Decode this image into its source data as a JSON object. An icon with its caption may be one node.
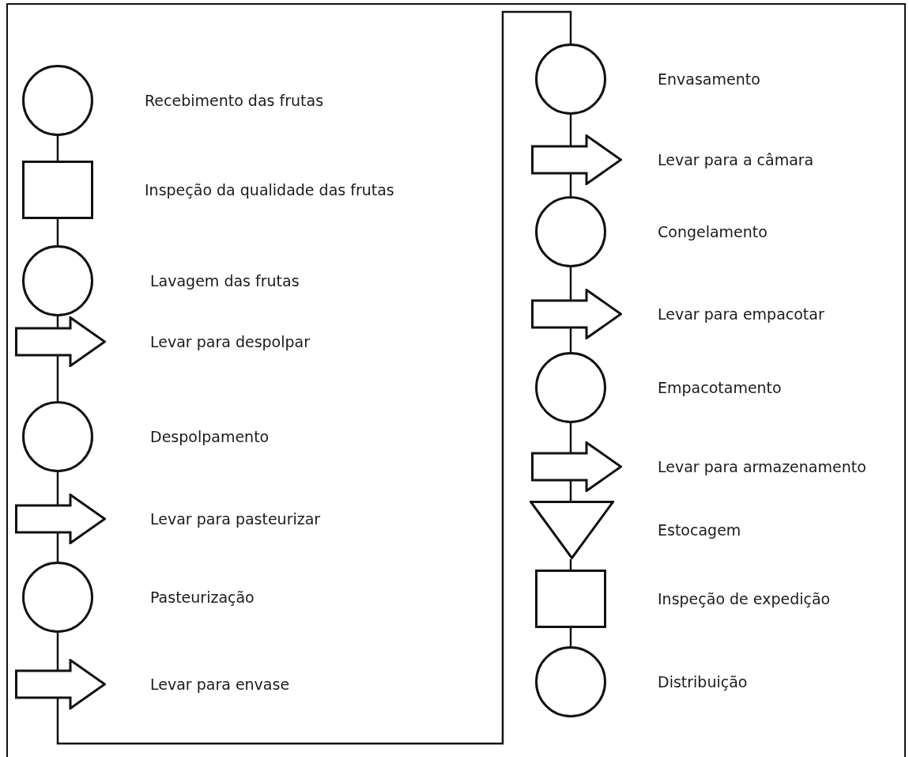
{
  "diagram": {
    "nodes": [
      {
        "text": [],
        "shape": "circle",
        "beside": [
          "Recebimento das frutas"
        ]
      },
      {
        "text": [],
        "shape": "box",
        "beside": [
          "Inspeção da qualidade das frutas"
        ]
      },
      {
        "text": [],
        "shape": "circle",
        "beside": [
          "Lavagem das frutas"
        ]
      },
      {
        "text": [],
        "shape": "arrow",
        "beside": [
          "Levar para despolpar"
        ]
      },
      {
        "text": [],
        "shape": "circle",
        "beside": [
          "Despolpamento"
        ]
      },
      {
        "text": [],
        "shape": "arrow",
        "beside": [
          "Levar para pasteurizar"
        ]
      },
      {
        "text": [],
        "shape": "circle",
        "beside": [
          "Pasteurização"
        ]
      },
      {
        "text": [],
        "shape": "arrow",
        "beside": [
          "Levar para envase"
        ]
      },
      {
        "text": [],
        "shape": "circle",
        "beside": [
          "Envasamento"
        ]
      },
      {
        "text": [],
        "shape": "arrow",
        "beside": [
          "Levar para a câmara"
        ]
      },
      {
        "text": [],
        "shape": "circle",
        "beside": [
          "Congelamento"
        ]
      },
      {
        "text": [],
        "shape": "arrow",
        "beside": [
          "Levar para empacotar"
        ]
      },
      {
        "text": [],
        "shape": "circle",
        "beside": [
          "Empacotamento"
        ]
      },
      {
        "text": [],
        "shape": "arrow",
        "beside": [
          "Levar para armazenamento"
        ]
      },
      {
        "text": [],
        "shape": "triangle",
        "beside": [
          "Estocagem"
        ]
      },
      {
        "text": [],
        "shape": "box",
        "beside": [
          "Inspeção de expedição"
        ]
      },
      {
        "text": [],
        "shape": "circle",
        "beside": [
          "Distribuição"
        ]
      }
    ],
    "edges": [
      {
        "from": 0,
        "to": 1,
        "arrow": "none"
      },
      {
        "from": 1,
        "to": 2,
        "arrow": "none"
      },
      {
        "from": 2,
        "to": 3,
        "arrow": "none"
      },
      {
        "from": 3,
        "to": 4,
        "arrow": "none"
      },
      {
        "from": 4,
        "to": 5,
        "arrow": "none"
      },
      {
        "from": 5,
        "to": 6,
        "arrow": "none"
      },
      {
        "from": 6,
        "to": 7,
        "arrow": "none"
      },
      {
        "from": 7,
        "to": 8,
        "arrow": "none"
      },
      {
        "from": 8,
        "to": 9,
        "arrow": "none"
      },
      {
        "from": 9,
        "to": 10,
        "arrow": "none"
      },
      {
        "from": 10,
        "to": 11,
        "arrow": "none"
      },
      {
        "from": 11,
        "to": 12,
        "arrow": "none"
      },
      {
        "from": 12,
        "to": 13,
        "arrow": "none"
      },
      {
        "from": 13,
        "to": 14,
        "arrow": "none"
      },
      {
        "from": 14,
        "to": 15,
        "arrow": "none"
      },
      {
        "from": 15,
        "to": 16,
        "arrow": "none"
      }
    ]
  }
}
